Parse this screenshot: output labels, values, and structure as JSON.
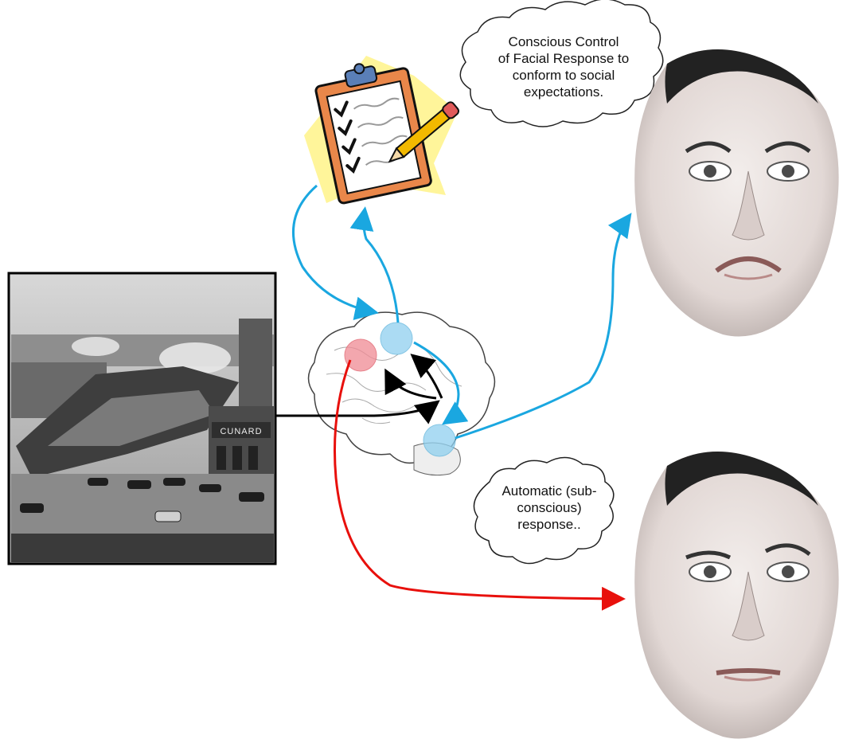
{
  "thought_bubbles": {
    "conscious": [
      "Conscious Control",
      "of Facial Response to",
      "conform to social",
      "expectations."
    ],
    "automatic": [
      "Automatic (sub-",
      "conscious)",
      "response.."
    ]
  },
  "photo": {
    "sign_text": "CUNARD"
  },
  "colors": {
    "conscious_path": "#1aa7e0",
    "automatic_path": "#e8100c",
    "stimulus_path": "#000000",
    "amygdala_node": "#f08a94",
    "cortex_node": "#8fd0ef"
  },
  "icons": [
    "clipboard-checklist-icon",
    "pencil-icon",
    "brain-icon",
    "face-sad-icon",
    "face-neutral-icon"
  ]
}
